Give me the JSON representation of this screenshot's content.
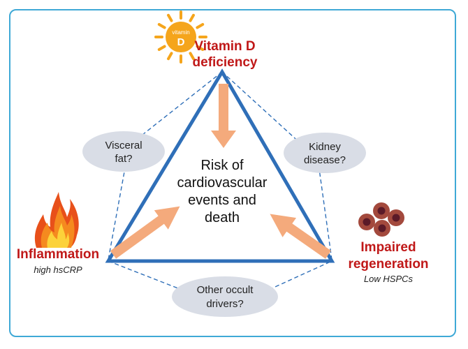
{
  "colors": {
    "frame": "#3fa9d6",
    "triangle": "#2f6fb8",
    "dashed": "#2f6fb8",
    "arrow": "#f4aa7c",
    "oval": "#d9dde6",
    "factor_label": "#c01818",
    "sun": "#f5a51c"
  },
  "center": {
    "lines": [
      "Risk of",
      "cardiovascular",
      "events and",
      "death"
    ]
  },
  "top_factor": {
    "title_line1": "Vitamin D",
    "title_line2": "deficiency",
    "sun_text_small": "vitamin",
    "sun_text_big": "D",
    "icon": "sun-icon"
  },
  "left_factor": {
    "title": "Inflammation",
    "subtitle": "high hsCRP",
    "icon": "fire-icon"
  },
  "right_factor": {
    "title_line1": "Impaired",
    "title_line2": "regeneration",
    "subtitle": "Low HSPCs",
    "icon": "cells-icon"
  },
  "ovals": {
    "upper_left": {
      "line1": "Visceral",
      "line2": "fat?"
    },
    "upper_right": {
      "line1": "Kidney",
      "line2": "disease?"
    },
    "bottom": {
      "line1": "Other occult",
      "line2": "drivers?"
    }
  }
}
